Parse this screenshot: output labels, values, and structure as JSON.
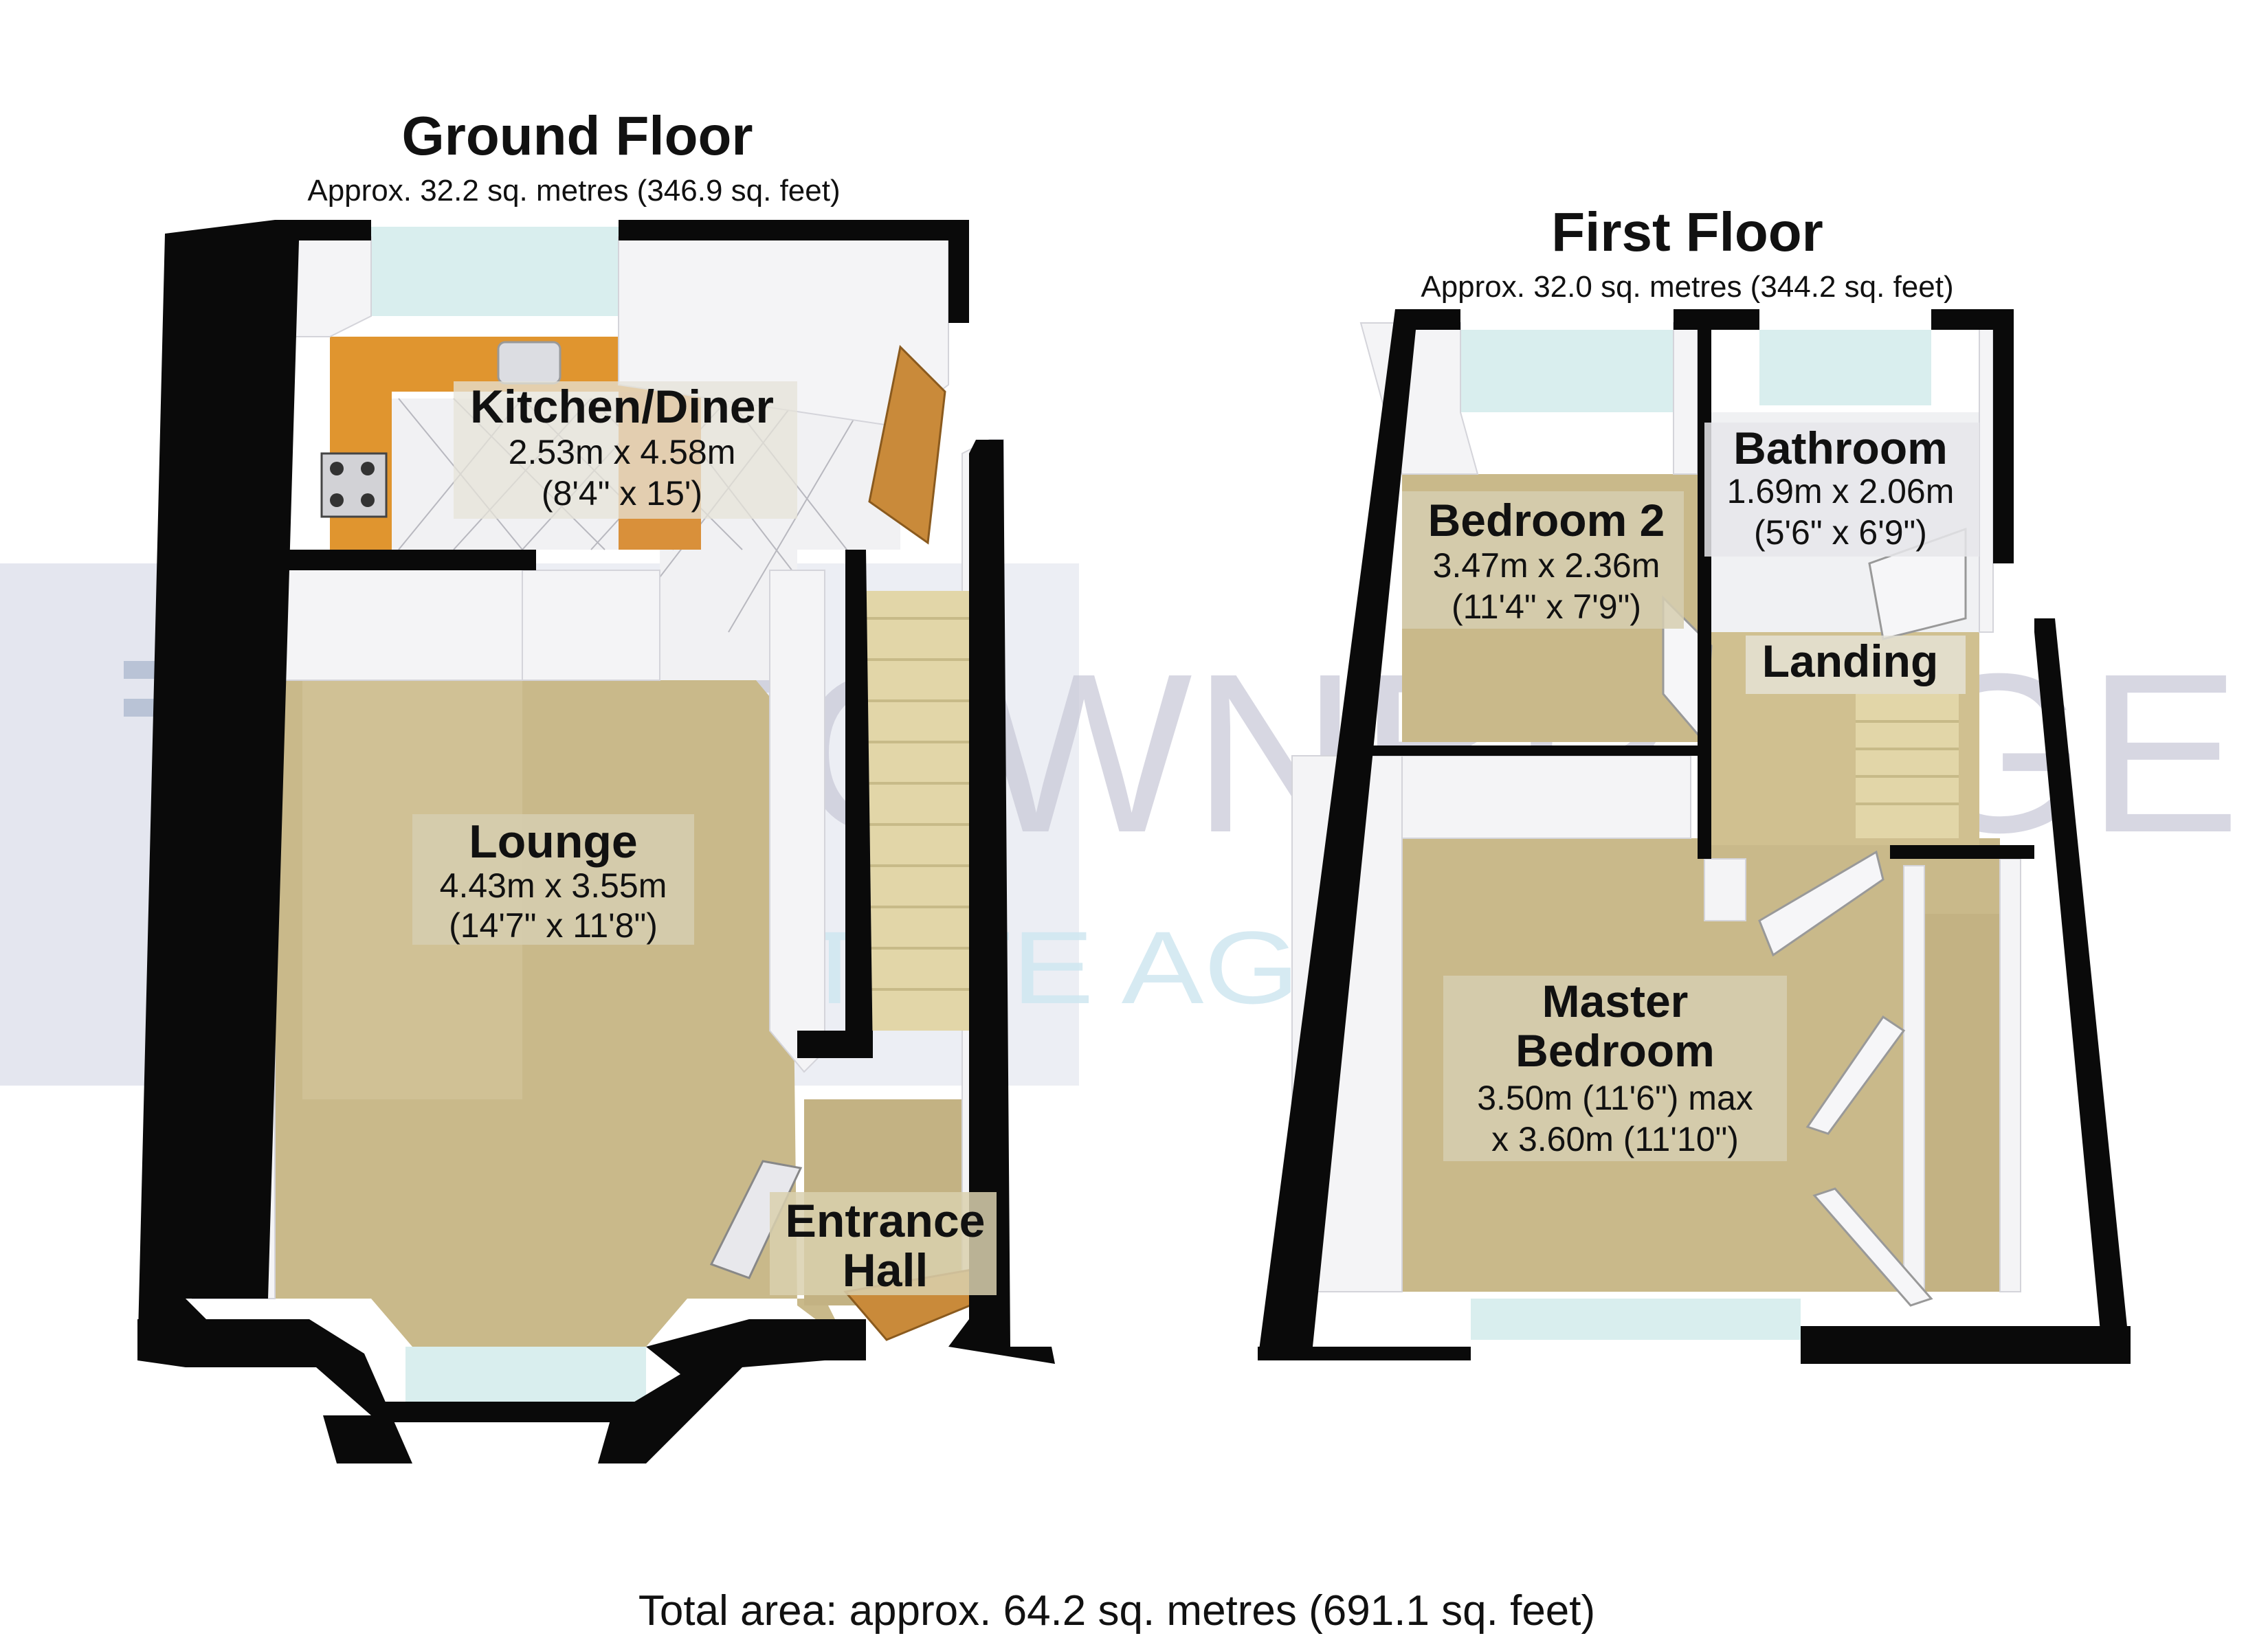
{
  "watermark": {
    "brand": "TOWNBRIDGE",
    "tagline": "ESTATE AGENTS"
  },
  "ground_floor": {
    "title": "Ground Floor",
    "area": "Approx. 32.2 sq. metres (346.9 sq. feet)",
    "rooms": {
      "kitchen": {
        "name": "Kitchen/Diner",
        "dim_metric": "2.53m x 4.58m",
        "dim_imperial": "(8'4\" x 15')"
      },
      "lounge": {
        "name": "Lounge",
        "dim_metric": "4.43m x 3.55m",
        "dim_imperial": "(14'7\" x 11'8\")"
      },
      "hall": {
        "name_line1": "Entrance",
        "name_line2": "Hall"
      }
    }
  },
  "first_floor": {
    "title": "First Floor",
    "area": "Approx. 32.0 sq. metres (344.2 sq. feet)",
    "rooms": {
      "bedroom2": {
        "name": "Bedroom 2",
        "dim_metric": "3.47m x 2.36m",
        "dim_imperial": "(11'4\" x 7'9\")"
      },
      "bathroom": {
        "name": "Bathroom",
        "dim_metric": "1.69m x 2.06m",
        "dim_imperial": "(5'6\" x 6'9\")"
      },
      "landing": {
        "name": "Landing"
      },
      "master": {
        "name_line1": "Master",
        "name_line2": "Bedroom",
        "dim_line1": "3.50m (11'6\") max",
        "dim_line2": "x 3.60m (11'10\")"
      }
    }
  },
  "total_area": "Total area: approx. 64.2 sq. metres (691.1 sq. feet)",
  "colors": {
    "wall": "#0a0a0a",
    "carpet": "#c9b98a",
    "inner_wall": "#f4f4f6",
    "worktop": "#e0952f",
    "window": "#d9eeee",
    "stairs": "#e2d6a8",
    "door_wood": "#c98a3a",
    "watermark_grey": "#c9cad8",
    "watermark_blue": "#cfe6f0"
  }
}
